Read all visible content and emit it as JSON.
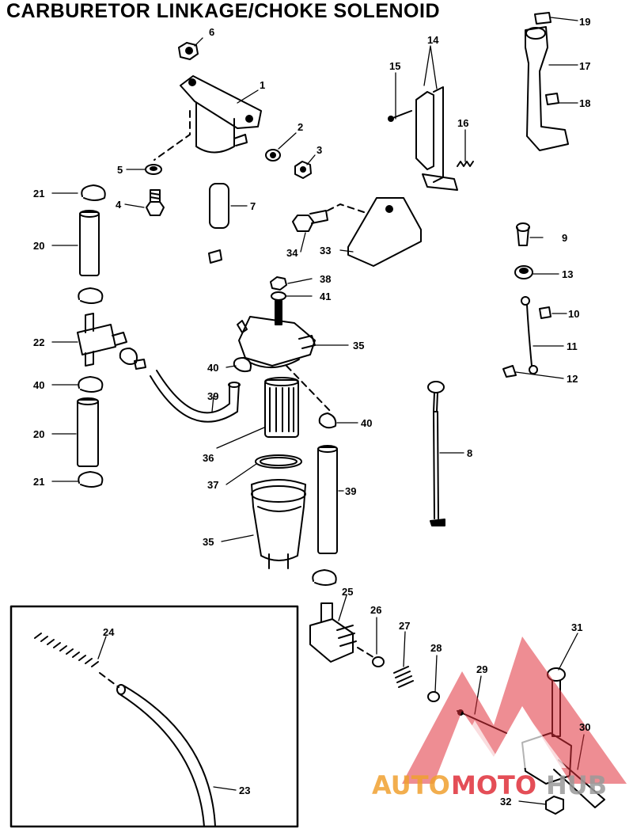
{
  "title": "CARBURETOR LINKAGE/CHOKE SOLENOID",
  "callouts": {
    "c1": "1",
    "c2": "2",
    "c3": "3",
    "c4": "4",
    "c5": "5",
    "c6": "6",
    "c7": "7",
    "c8": "8",
    "c9": "9",
    "c10": "10",
    "c11": "11",
    "c12": "12",
    "c13": "13",
    "c14": "14",
    "c15": "15",
    "c16": "16",
    "c17": "17",
    "c18": "18",
    "c19": "19",
    "c20a": "20",
    "c20b": "20",
    "c21a": "21",
    "c21b": "21",
    "c22": "22",
    "c23": "23",
    "c24": "24",
    "c25": "25",
    "c26": "26",
    "c27": "27",
    "c28": "28",
    "c29": "29",
    "c30": "30",
    "c31": "31",
    "c32": "32",
    "c33": "33",
    "c34": "34",
    "c35a": "35",
    "c35b": "35",
    "c36": "36",
    "c37": "37",
    "c38": "38",
    "c39a": "39",
    "c39b": "39",
    "c40a": "40",
    "c40b": "40",
    "c40c": "40",
    "c41": "41"
  },
  "watermark": {
    "part1": "AUTO",
    "part2": "MOTO",
    "part3": "HUB",
    "color_orange": "#f0a030",
    "color_red": "#e0303a",
    "color_gray": "#9a9a9a"
  }
}
